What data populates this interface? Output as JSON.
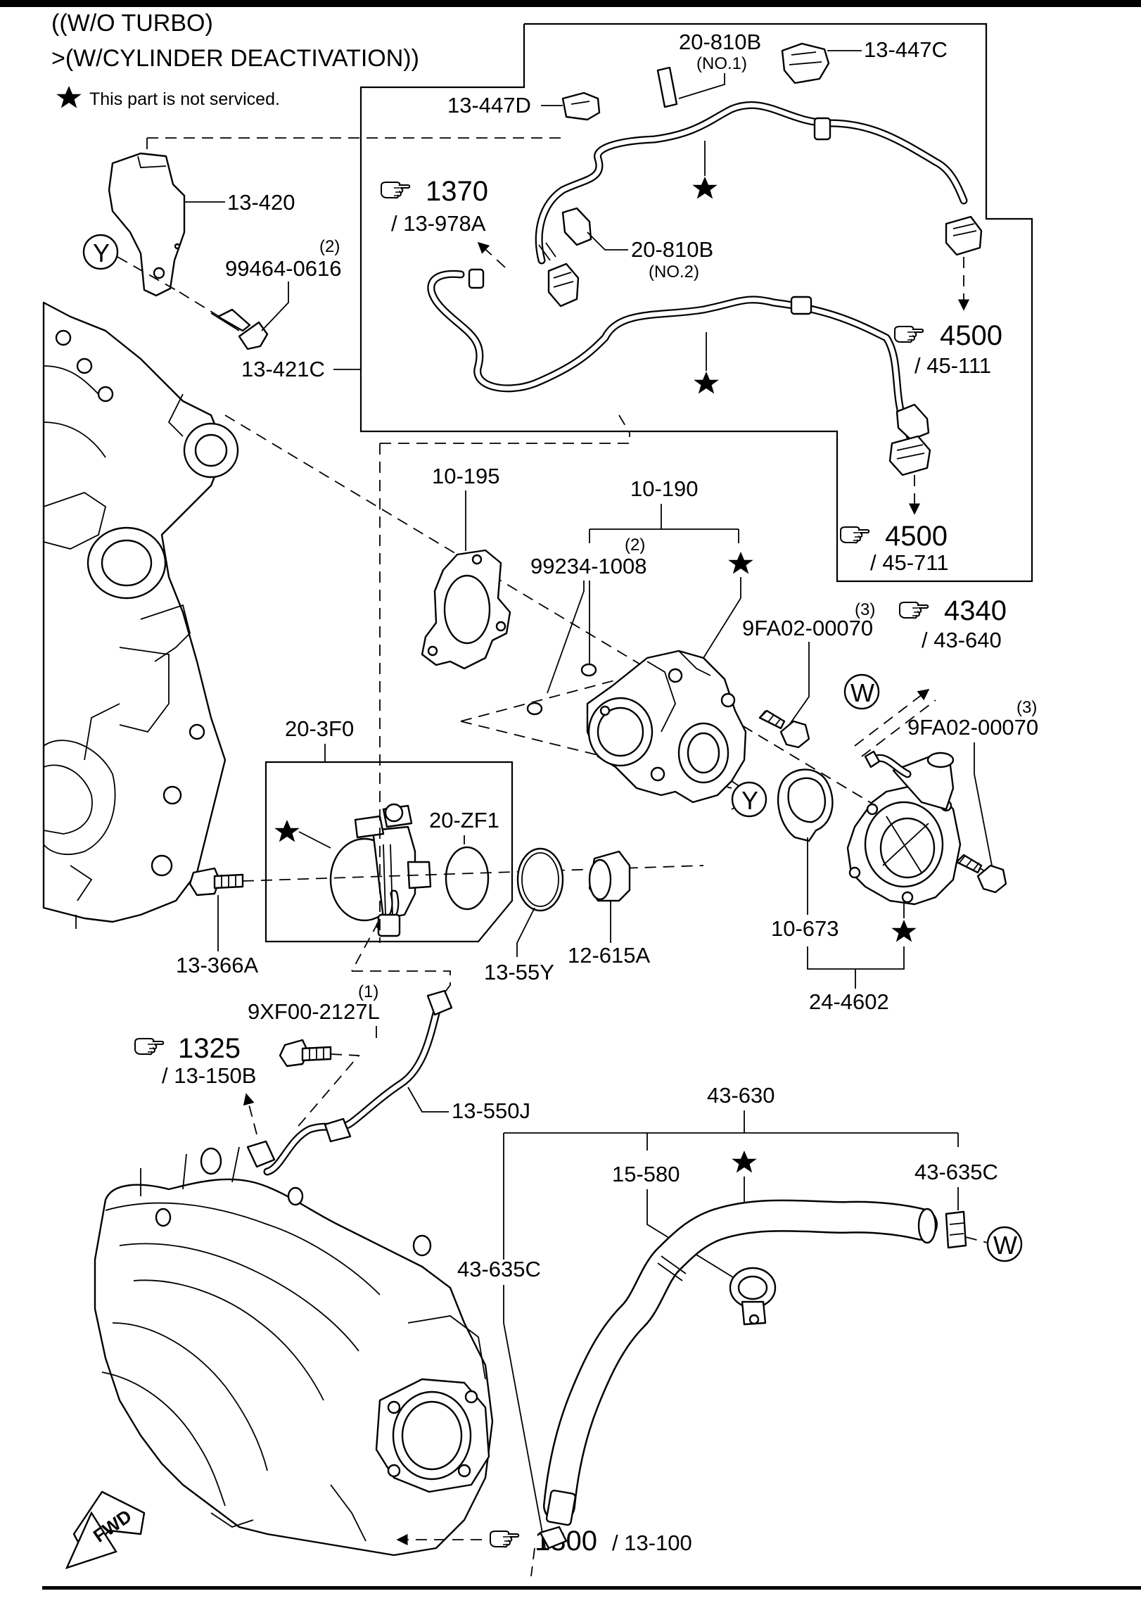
{
  "header": {
    "line1": "((W/O TURBO)",
    "line2": ">(W/CYLINDER DEACTIVATION))",
    "note": "This part is not serviced."
  },
  "parts": {
    "p_20_810B_1": "20-810B",
    "p_20_810B_1_sub": "(NO.1)",
    "p_13_447C": "13-447C",
    "p_13_447D": "13-447D",
    "p_13_420": "13-420",
    "p_99464_0616": "99464-0616",
    "p_99464_qty": "(2)",
    "p_20_810B_2": "20-810B",
    "p_20_810B_2_sub": "(NO.2)",
    "p_13_421C": "13-421C",
    "p_10_195": "10-195",
    "p_10_190": "10-190",
    "p_99234_1008": "99234-1008",
    "p_99234_qty": "(2)",
    "p_9FA02_a": "9FA02-00070",
    "p_9FA02_a_qty": "(3)",
    "p_9FA02_b": "9FA02-00070",
    "p_9FA02_b_qty": "(3)",
    "p_20_3F0": "20-3F0",
    "p_20_ZF1": "20-ZF1",
    "p_13_366A": "13-366A",
    "p_13_55Y": "13-55Y",
    "p_12_615A": "12-615A",
    "p_10_673": "10-673",
    "p_24_4602": "24-4602",
    "p_9XF00": "9XF00-2127L",
    "p_9XF00_qty": "(1)",
    "p_13_550J": "13-550J",
    "p_43_630": "43-630",
    "p_15_580": "15-580",
    "p_43_635C_r": "43-635C",
    "p_43_635C_l": "43-635C"
  },
  "refs": {
    "r1370_num": "1370",
    "r1370_sub": "/ 13-978A",
    "r4500a_num": "4500",
    "r4500a_sub": "/ 45-111",
    "r4500b_num": "4500",
    "r4500b_sub": "/ 45-711",
    "r4340_num": "4340",
    "r4340_sub": "/ 43-640",
    "r1325_num": "1325",
    "r1325_sub": "/ 13-150B",
    "r1300_num": "1300",
    "r1300_sub": "/ 13-100"
  },
  "markers": {
    "y": "Y",
    "w": "W",
    "fwd": "FWD"
  },
  "icons": {
    "star": "star-icon",
    "pointing_hand": "pointing-hand-icon"
  }
}
